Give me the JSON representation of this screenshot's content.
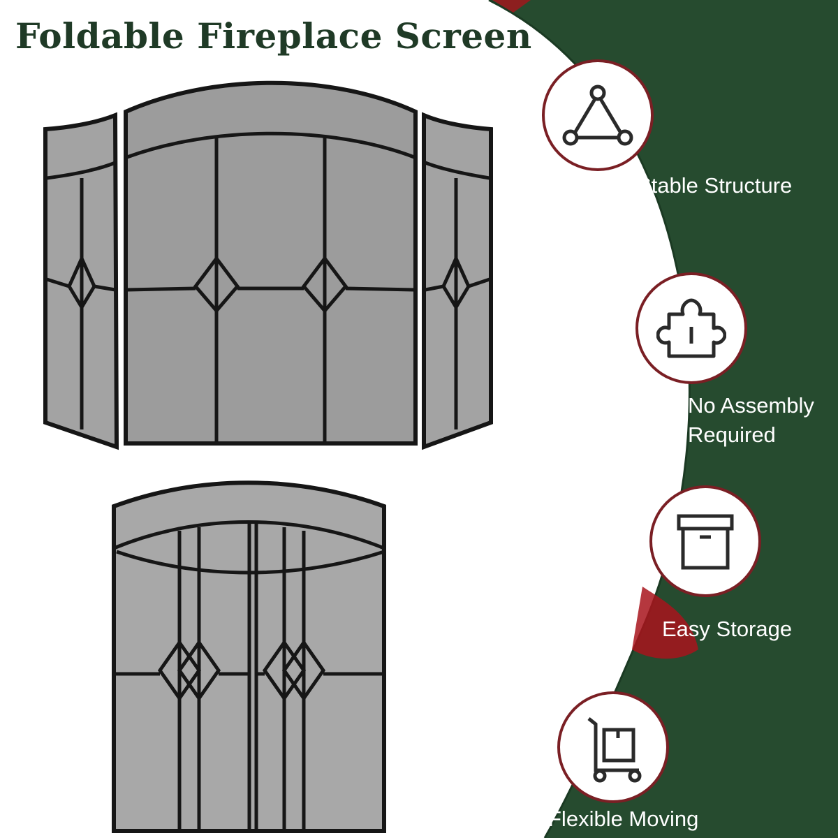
{
  "title": "Foldable Fireplace Screen",
  "colors": {
    "background_green": "#264b2f",
    "circle_border": "#7a1f24",
    "title_color": "#1f3a26",
    "label_color": "#ffffff",
    "frame_black": "#161616",
    "mesh_grey": "#9c9c9c"
  },
  "features": [
    {
      "icon": "triangle-nodes-icon",
      "label_lines": [
        "Stable Structure"
      ]
    },
    {
      "icon": "puzzle-piece-icon",
      "label_lines": [
        "No Assembly",
        "Required"
      ]
    },
    {
      "icon": "storage-box-icon",
      "label_lines": [
        "Easy Storage"
      ]
    },
    {
      "icon": "hand-truck-icon",
      "label_lines": [
        "Flexible Moving"
      ]
    }
  ]
}
